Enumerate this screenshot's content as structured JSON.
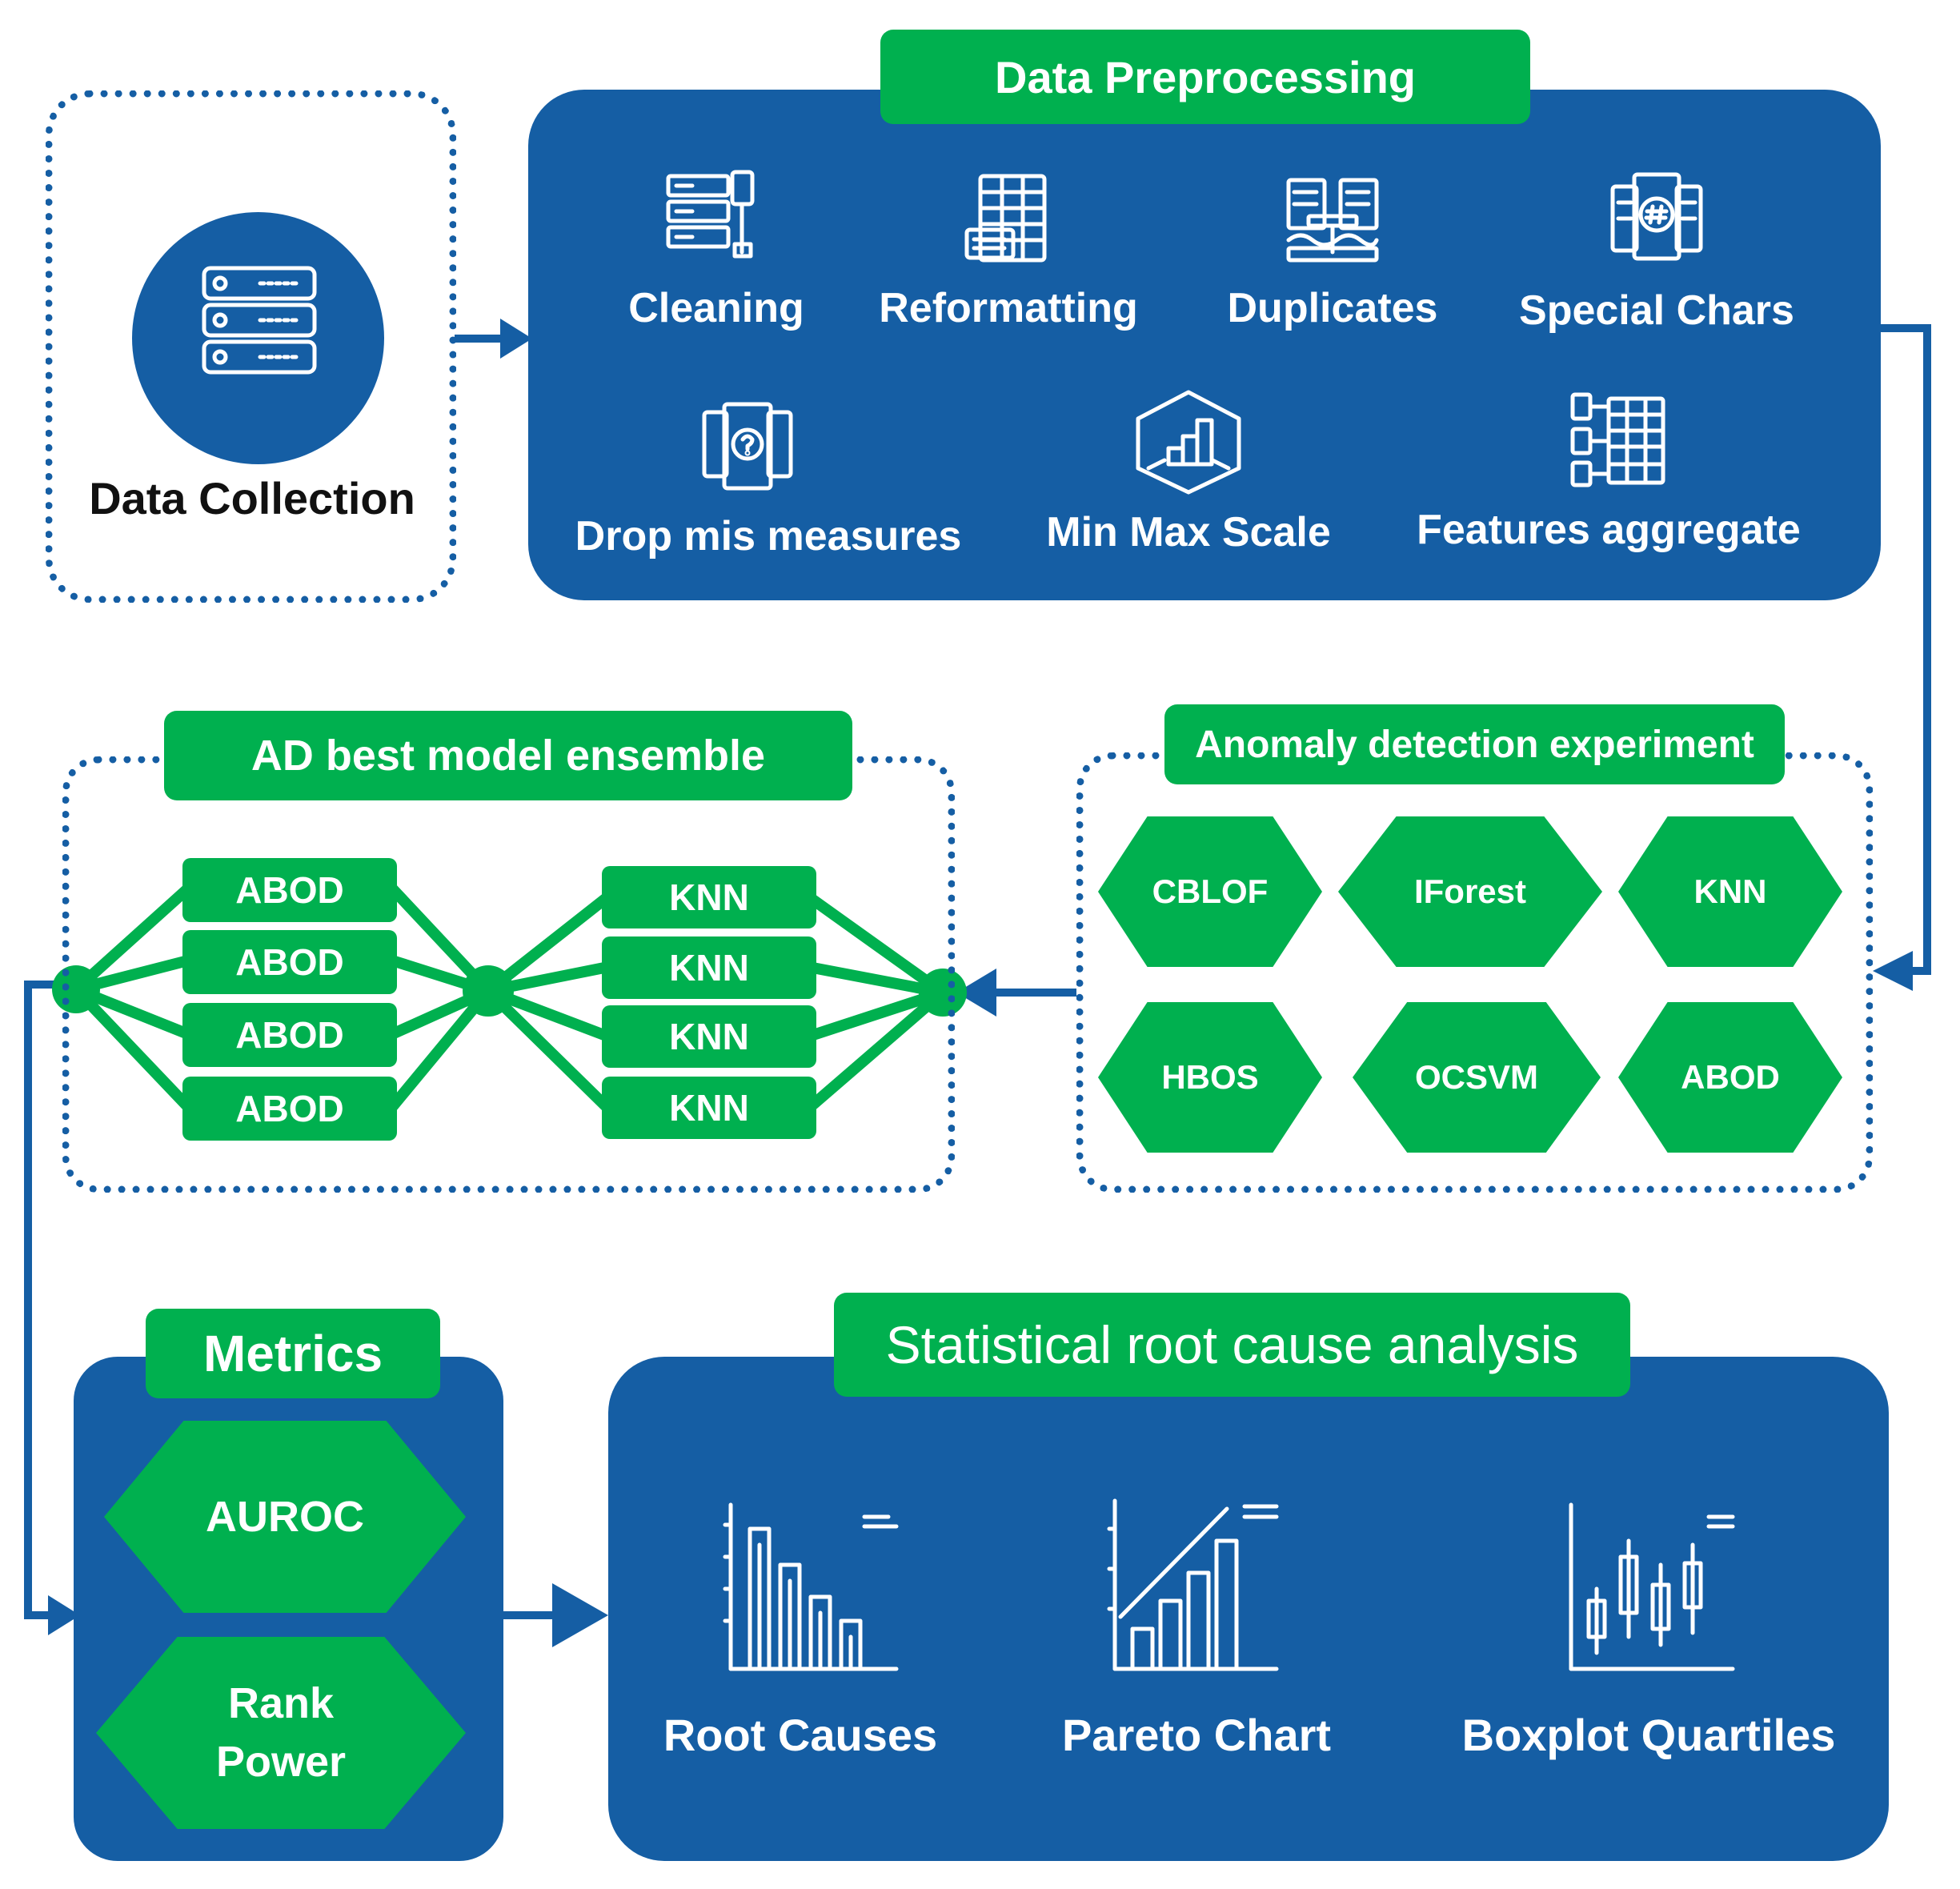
{
  "data_collection": {
    "label": "Data Collection"
  },
  "preprocessing": {
    "title": "Data Preprocessing",
    "items": [
      "Cleaning",
      "Reformatting",
      "Duplicates",
      "Special Chars",
      "Drop mis measures",
      "Min Max Scale",
      "Features aggregate"
    ]
  },
  "experiment": {
    "title": "Anomaly detection experiment",
    "models": [
      "CBLOF",
      "IForest",
      "KNN",
      "HBOS",
      "OCSVM",
      "ABOD"
    ]
  },
  "ensemble": {
    "title": "AD best model ensemble",
    "left": [
      "ABOD",
      "ABOD",
      "ABOD",
      "ABOD"
    ],
    "right": [
      "KNN",
      "KNN",
      "KNN",
      "KNN"
    ]
  },
  "metrics": {
    "title": "Metrics",
    "items": [
      "AUROC",
      "Rank Power"
    ]
  },
  "rca": {
    "title": "Statistical root cause analysis",
    "items": [
      "Root Causes",
      "Pareto Chart",
      "Boxplot Quartiles"
    ]
  },
  "colors": {
    "blue": "#155ea4",
    "green": "#00b04f"
  }
}
